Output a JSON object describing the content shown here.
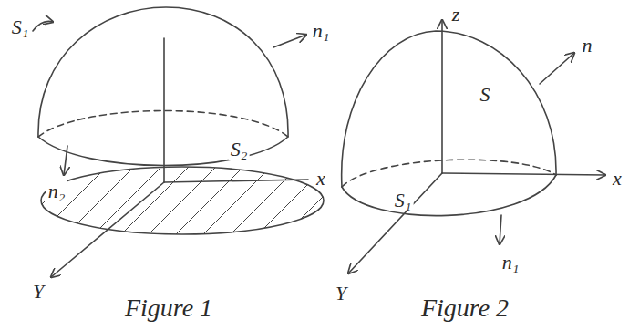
{
  "diagram": {
    "labels": [
      "S₁",
      "n₁",
      "S₂",
      "n₂",
      "x",
      "Y",
      "Figure 1",
      "z",
      "n",
      "S",
      "S₁",
      "x",
      "Y",
      "n₁",
      "Figure 2"
    ]
  }
}
